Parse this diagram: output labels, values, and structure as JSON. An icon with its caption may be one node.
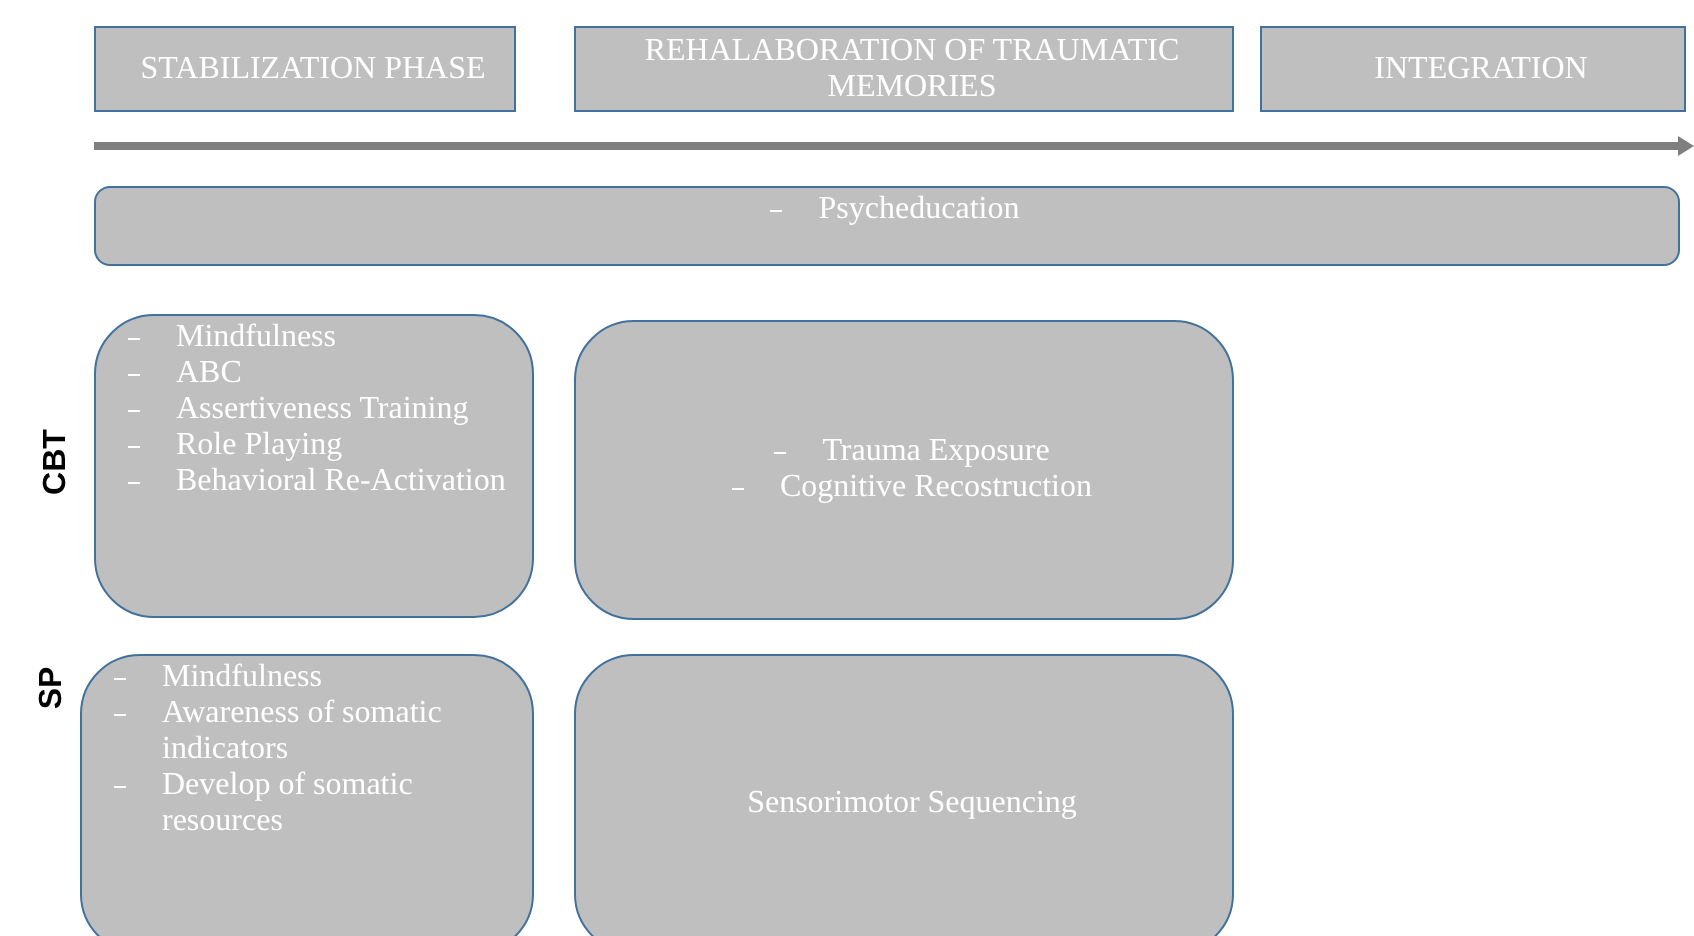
{
  "diagram": {
    "nodes": [
      {
        "text": [
          "STABILIZATION PHASE"
        ]
      },
      {
        "text": [
          "REHALABORATION OF TRAUMATIC MEMORIES"
        ]
      },
      {
        "text": [
          "INTEGRATION"
        ]
      },
      {
        "text": [
          "Psycheducation"
        ]
      },
      {
        "text": [
          "Mindfulness",
          "ABC",
          "Assertiveness Training",
          "Role Playing",
          "Behavioral Re-Activation"
        ]
      },
      {
        "text": [
          "Trauma Exposure",
          "Cognitive Recostruction"
        ]
      },
      {
        "text": [
          "Mindfulness",
          "Awareness of somatic indicators",
          "Develop of somatic resources"
        ]
      },
      {
        "text": [
          "Sensorimotor Sequencing"
        ]
      }
    ],
    "edges": [],
    "labels": [
      "CBT",
      "SP"
    ]
  }
}
